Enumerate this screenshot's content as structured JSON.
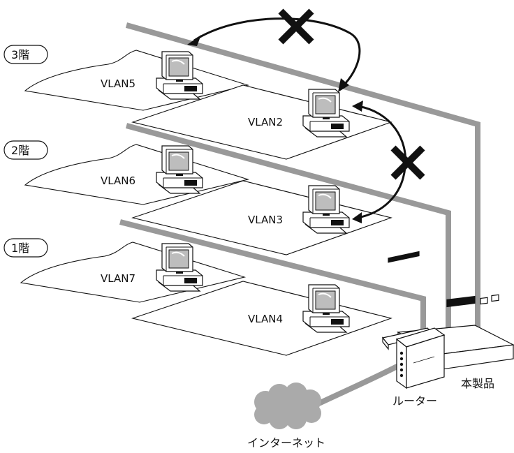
{
  "floors": [
    {
      "label": "3階",
      "vlans": [
        "VLAN5",
        "VLAN2"
      ]
    },
    {
      "label": "2階",
      "vlans": [
        "VLAN6",
        "VLAN3"
      ]
    },
    {
      "label": "1階",
      "vlans": [
        "VLAN7",
        "VLAN4"
      ]
    }
  ],
  "devices": {
    "switch_label": "本製品",
    "router_label": "ルーター",
    "internet_label": "インターネット"
  },
  "colors": {
    "cable": "#999999",
    "outline": "#111111",
    "screen": "#bdbdbd",
    "cloud": "#aaaaaa"
  },
  "icons": [
    "computer-icon",
    "blocked-cross-icon",
    "switch-icon",
    "router-icon",
    "cloud-icon"
  ]
}
